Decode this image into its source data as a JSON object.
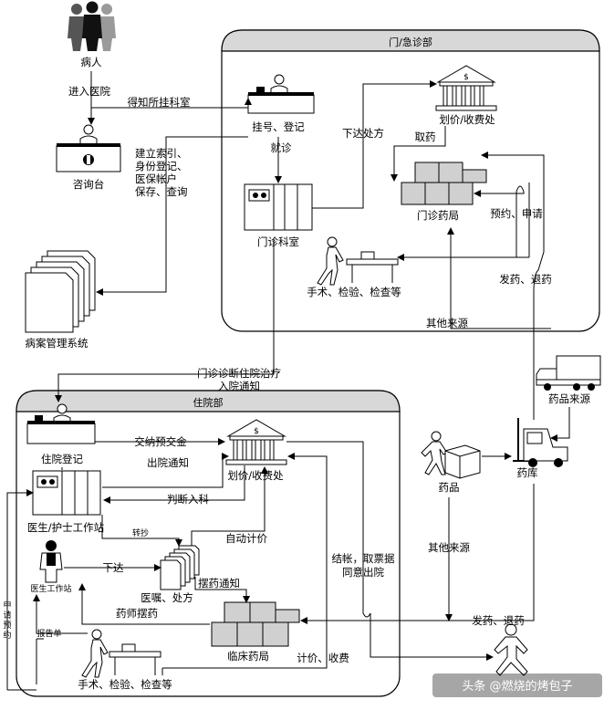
{
  "regions": {
    "emergency": "门/急诊部",
    "inpatient": "住院部"
  },
  "nodes": {
    "patient": "病人",
    "consult_desk": "咨询台",
    "register": "挂号、登记",
    "clinic_room": "门诊科室",
    "billing_out": "划价/收费处",
    "pharmacy_out": "门诊药局",
    "surgery_out": "手术、检验、检查等",
    "records": "病案管理系统",
    "drug_source": "药品来源",
    "drug_store": "药库",
    "drugs": "药品",
    "admission": "住院登记",
    "billing_in": "划价/收费处",
    "nurse_station": "医生/护士工作站",
    "doctor_station": "医生工作站",
    "orders": "医嘱、处方",
    "pharmacy_in": "临床药局",
    "surgery_in": "手术、检验、检查等"
  },
  "edges": {
    "enter_hospital": "进入医院",
    "learn_department": "得知所挂科室",
    "index_lines": [
      "建立索引、",
      "身份登记、",
      "医保帐户",
      "保存、查询"
    ],
    "see_doctor": "就诊",
    "issue_prescription": "下达处方",
    "take_medicine": "取药",
    "reserve_apply": "预约、申请",
    "dispense_return_out": "发药、退药",
    "other_sources_top": "其他来源",
    "outpatient_admit_lines": [
      "门诊诊断住院治疗",
      "入院通知"
    ],
    "deposit": "交纳预交金",
    "discharge_notice": "出院通知",
    "judge_admit": "判断入科",
    "transcribe": "转抄",
    "auto_pricing": "自动计价",
    "issue": "下达",
    "dispense_notice": "摆药通知",
    "pharmacist_dispense": "药师摆药",
    "report": "报告单",
    "apply_reserve_vertical": [
      "申",
      "请",
      "预",
      "约"
    ],
    "settle_lines": [
      "结帐，取票据",
      "同意出院"
    ],
    "other_sources_mid": "其他来源",
    "dispense_return_in": "发药、退药",
    "pricing_charge": "计价、收费"
  },
  "watermark": "头条 @燃烧的烤包子"
}
